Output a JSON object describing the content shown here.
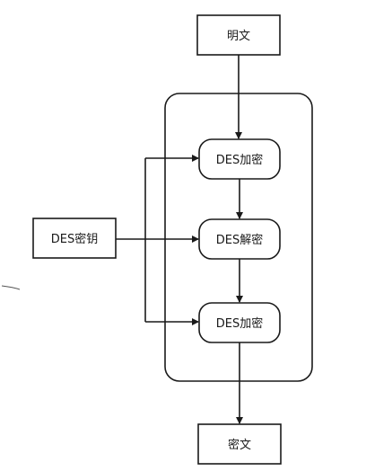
{
  "diagram": {
    "nodes": {
      "plaintext": "明文",
      "des_key": "DES密钥",
      "encrypt_1": "DES加密",
      "decrypt": "DES解密",
      "encrypt_2": "DES加密",
      "ciphertext": "密文"
    },
    "colors": {
      "stroke": "#1a1a1a",
      "background": "#ffffff"
    }
  }
}
